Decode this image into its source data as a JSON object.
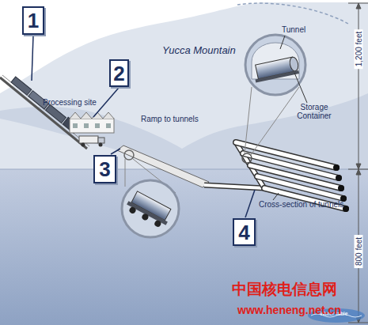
{
  "diagram": {
    "nodes": [
      {
        "text": [
          "1"
        ]
      },
      {
        "text": [
          "2"
        ]
      },
      {
        "text": [
          "3"
        ]
      },
      {
        "text": [
          "4"
        ]
      }
    ],
    "labels": [
      "Yucca Mountain",
      "Processing site",
      "Ramp to tunnels",
      "Tunnel",
      "Storage Container",
      "Cross-section of tunnels",
      "1,200 feet",
      "800 feet",
      "Water table",
      "中国核电信息网",
      "www.heneng.net.cn"
    ]
  }
}
